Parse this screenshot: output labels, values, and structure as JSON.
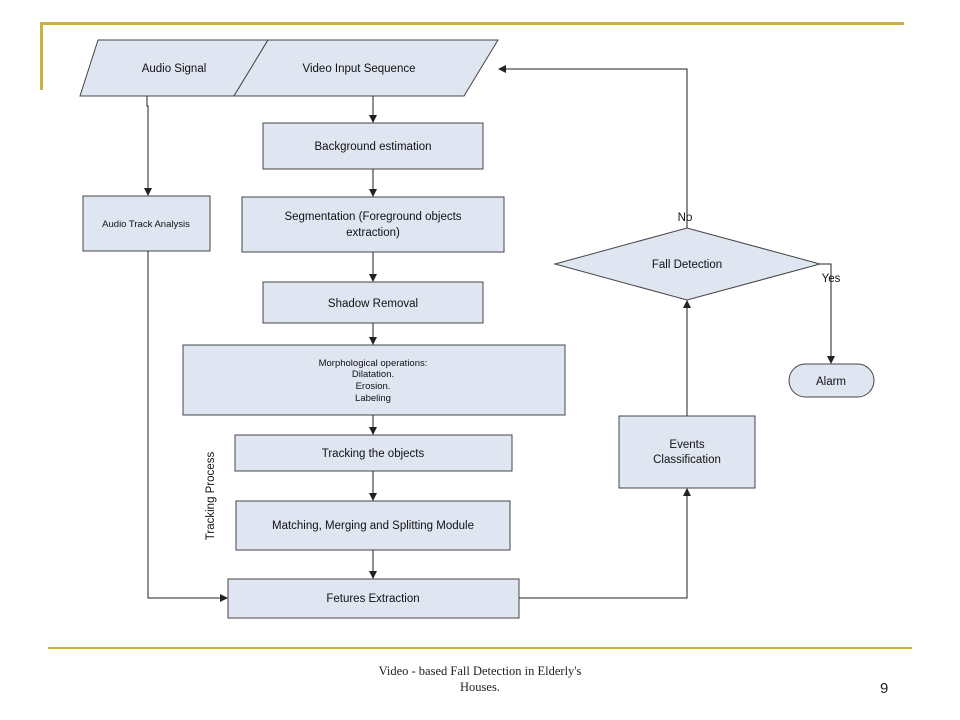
{
  "diagram": {
    "audio_signal": "Audio Signal",
    "video_input": "Video Input Sequence",
    "background_estimation": "Background estimation",
    "segmentation_line1": "Segmentation (Foreground objects",
    "segmentation_line2": "extraction)",
    "shadow_removal": "Shadow Removal",
    "morph_line1": "Morphological operations:",
    "morph_line2": "Dilatation.",
    "morph_line3": "Erosion.",
    "morph_line4": "Labeling",
    "tracking_objects": "Tracking the objects",
    "matching": "Matching, Merging and Splitting Module",
    "tracking_process": "Tracking Process",
    "features_extraction": "Fetures Extraction",
    "audio_track_analysis": "Audio Track Analysis",
    "events_line1": "Events",
    "events_line2": "Classification",
    "fall_detection": "Fall Detection",
    "no_label": "No",
    "yes_label": "Yes",
    "alarm": "Alarm"
  },
  "footer": {
    "line1": "Video - based Fall Detection in Elderly's",
    "line2": "Houses.",
    "page_number": "9"
  },
  "colors": {
    "box_fill": "#dfe6f2",
    "border": "#444444",
    "accent_gold": "#c9b143"
  }
}
